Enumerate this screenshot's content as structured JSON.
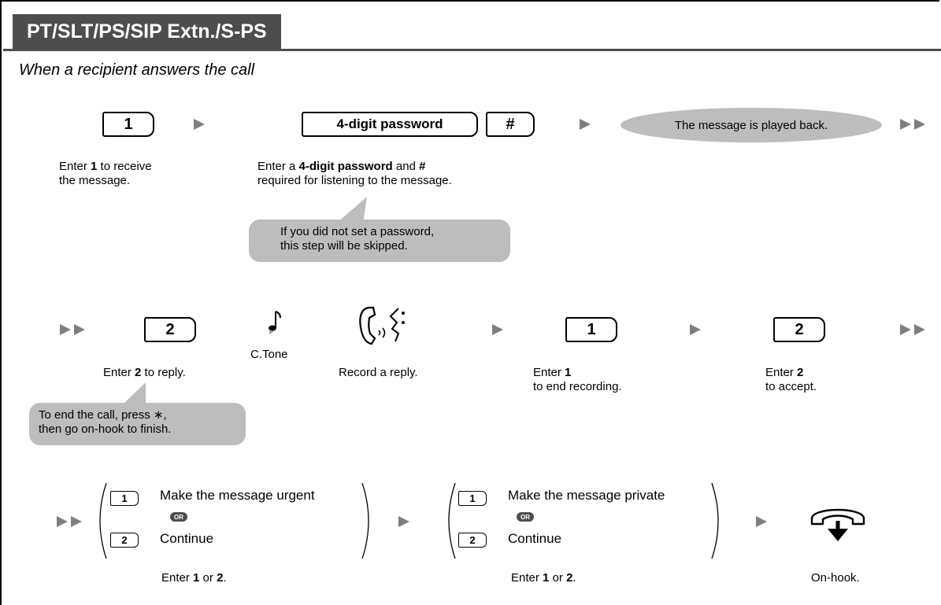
{
  "header": {
    "tab_title": "PT/SLT/PS/SIP Extn./S-PS"
  },
  "subtitle": "When a recipient answers the call",
  "row1": {
    "key1": "1",
    "step1_label_pre": "Enter ",
    "step1_label_bold": "1",
    "step1_label_post": " to receive",
    "step1_label_line2": "the message.",
    "password_key": "4-digit password",
    "hash_key": "#",
    "step2_label_pre": "Enter a ",
    "step2_label_bold1": "4-digit password",
    "step2_label_mid": " and ",
    "step2_label_bold2": "#",
    "step2_label_line2": "required for listening to the message.",
    "playback_text": "The message is played back.",
    "bubble_line1": "If you did not set a password,",
    "bubble_line2": "this step will be skipped."
  },
  "row2": {
    "key2": "2",
    "reply_pre": "Enter ",
    "reply_bold": "2",
    "reply_post": " to reply.",
    "ctone": "C.Tone",
    "record": "Record a reply.",
    "key3": "1",
    "end_rec_pre": "Enter ",
    "end_rec_bold": "1",
    "end_rec_line2": "to end recording.",
    "key4": "2",
    "accept_pre": "Enter ",
    "accept_bold": "2",
    "accept_line2": "to accept.",
    "bubble_line1": "To end the call, press ∗,",
    "bubble_line2": "then go on-hook to finish."
  },
  "row3": {
    "group1": {
      "key_a": "1",
      "opt_a": "Make the message urgent",
      "or": "OR",
      "key_b": "2",
      "opt_b": "Continue",
      "label_pre": "Enter ",
      "label_b1": "1",
      "label_mid": " or ",
      "label_b2": "2",
      "label_post": "."
    },
    "group2": {
      "key_a": "1",
      "opt_a": "Make the message private",
      "or": "OR",
      "key_b": "2",
      "opt_b": "Continue",
      "label_pre": "Enter ",
      "label_b1": "1",
      "label_mid": " or ",
      "label_b2": "2",
      "label_post": "."
    },
    "onhook": "On-hook."
  },
  "colors": {
    "tab": "#4d4d4d",
    "bubble": "#bdbdbd",
    "arrow": "#7f7f7f"
  }
}
